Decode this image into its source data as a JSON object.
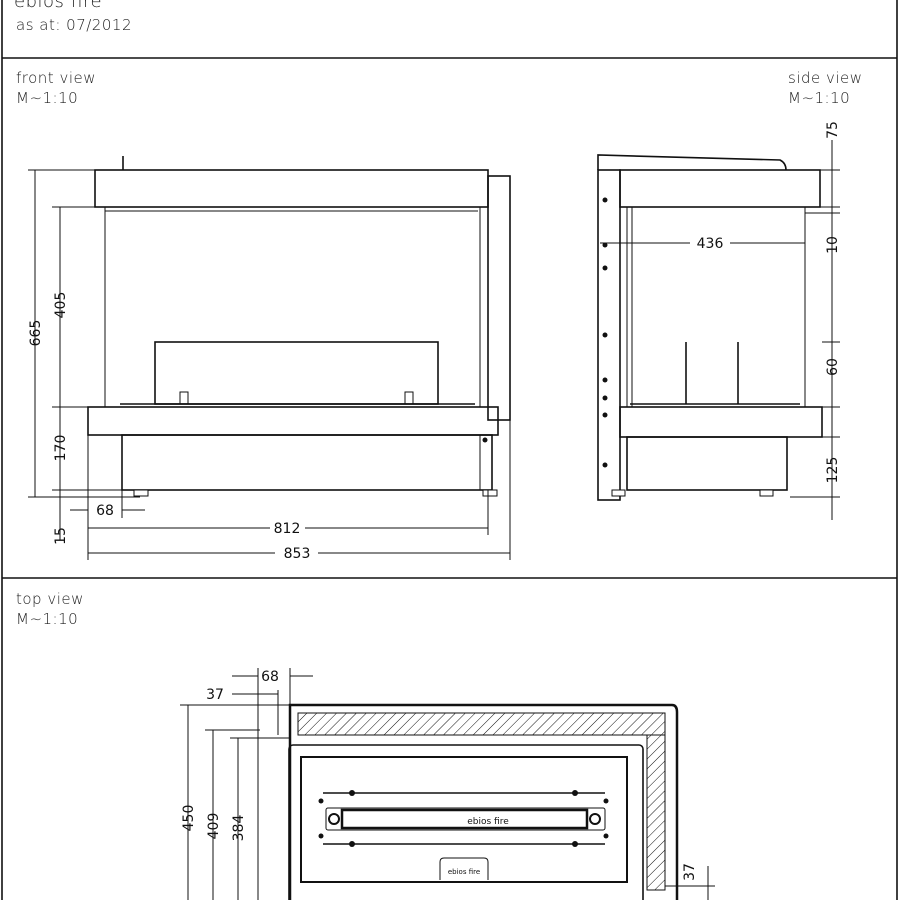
{
  "header": {
    "title": "ebios fire",
    "date": "as at: 07/2012"
  },
  "front_view": {
    "label": "front view",
    "scale": "M~1:10",
    "dims": {
      "height_total": "665",
      "glass_height": "405",
      "base_height": "170",
      "foot": "15",
      "offset": "68",
      "inner_width": "812",
      "total_width": "853"
    }
  },
  "side_view": {
    "label": "side view",
    "scale": "M~1:10",
    "dims": {
      "top": "75",
      "gap": "10",
      "depth": "436",
      "burner": "60",
      "base": "125"
    }
  },
  "top_view": {
    "label": "top view",
    "scale": "M~1:10",
    "dims": {
      "d68": "68",
      "d37": "37",
      "d450": "450",
      "d409": "409",
      "d384": "384",
      "d37r": "37"
    },
    "logo": "ebios fire"
  }
}
